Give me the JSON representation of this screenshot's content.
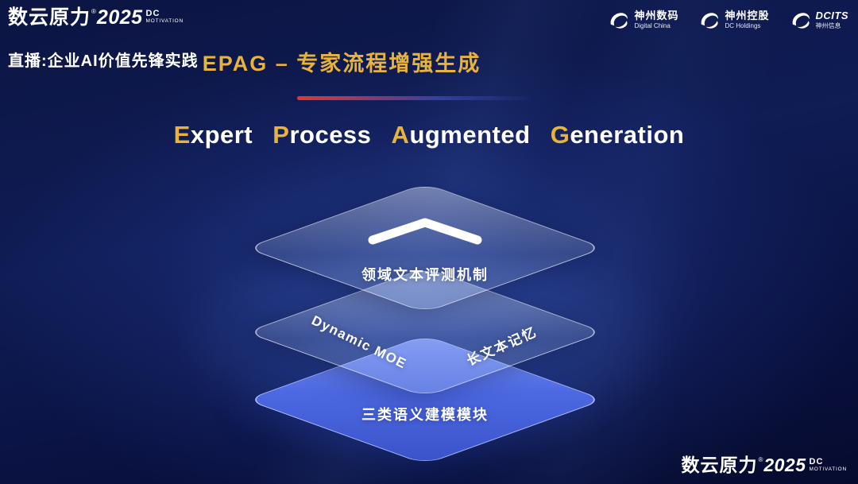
{
  "colors": {
    "gold": "#e8b33c"
  },
  "brand": {
    "logo_main": "数云原力",
    "logo_reg": "®",
    "logo_year": "2025",
    "logo_dc": "DC",
    "logo_motivation": "MOTIVATION",
    "live_label": "直播:企业AI价值先锋实践"
  },
  "partners": [
    {
      "cn": "神州数码",
      "en": "Digital China"
    },
    {
      "cn": "神州控股",
      "en": "DC Holdings"
    },
    {
      "cn": "DCITS",
      "en": "神州信息"
    }
  ],
  "title": {
    "text": "EPAG – 专家流程增强生成"
  },
  "heading": {
    "l1": "E",
    "w1": "xpert",
    "l2": "P",
    "w2": "rocess",
    "l3": "A",
    "w3": "ugmented",
    "l4": "G",
    "w4": "eneration"
  },
  "diagram": {
    "top_layer_label": "领域文本评测机制",
    "middle_layer_label_left": "Dynamic MOE",
    "middle_layer_label_right": "长文本记忆",
    "bottom_layer_label": "三类语义建模模块"
  },
  "footer": {
    "logo_main": "数云原力",
    "logo_reg": "®",
    "logo_year": "2025",
    "logo_dc": "DC",
    "logo_motivation": "MOTIVATION"
  }
}
